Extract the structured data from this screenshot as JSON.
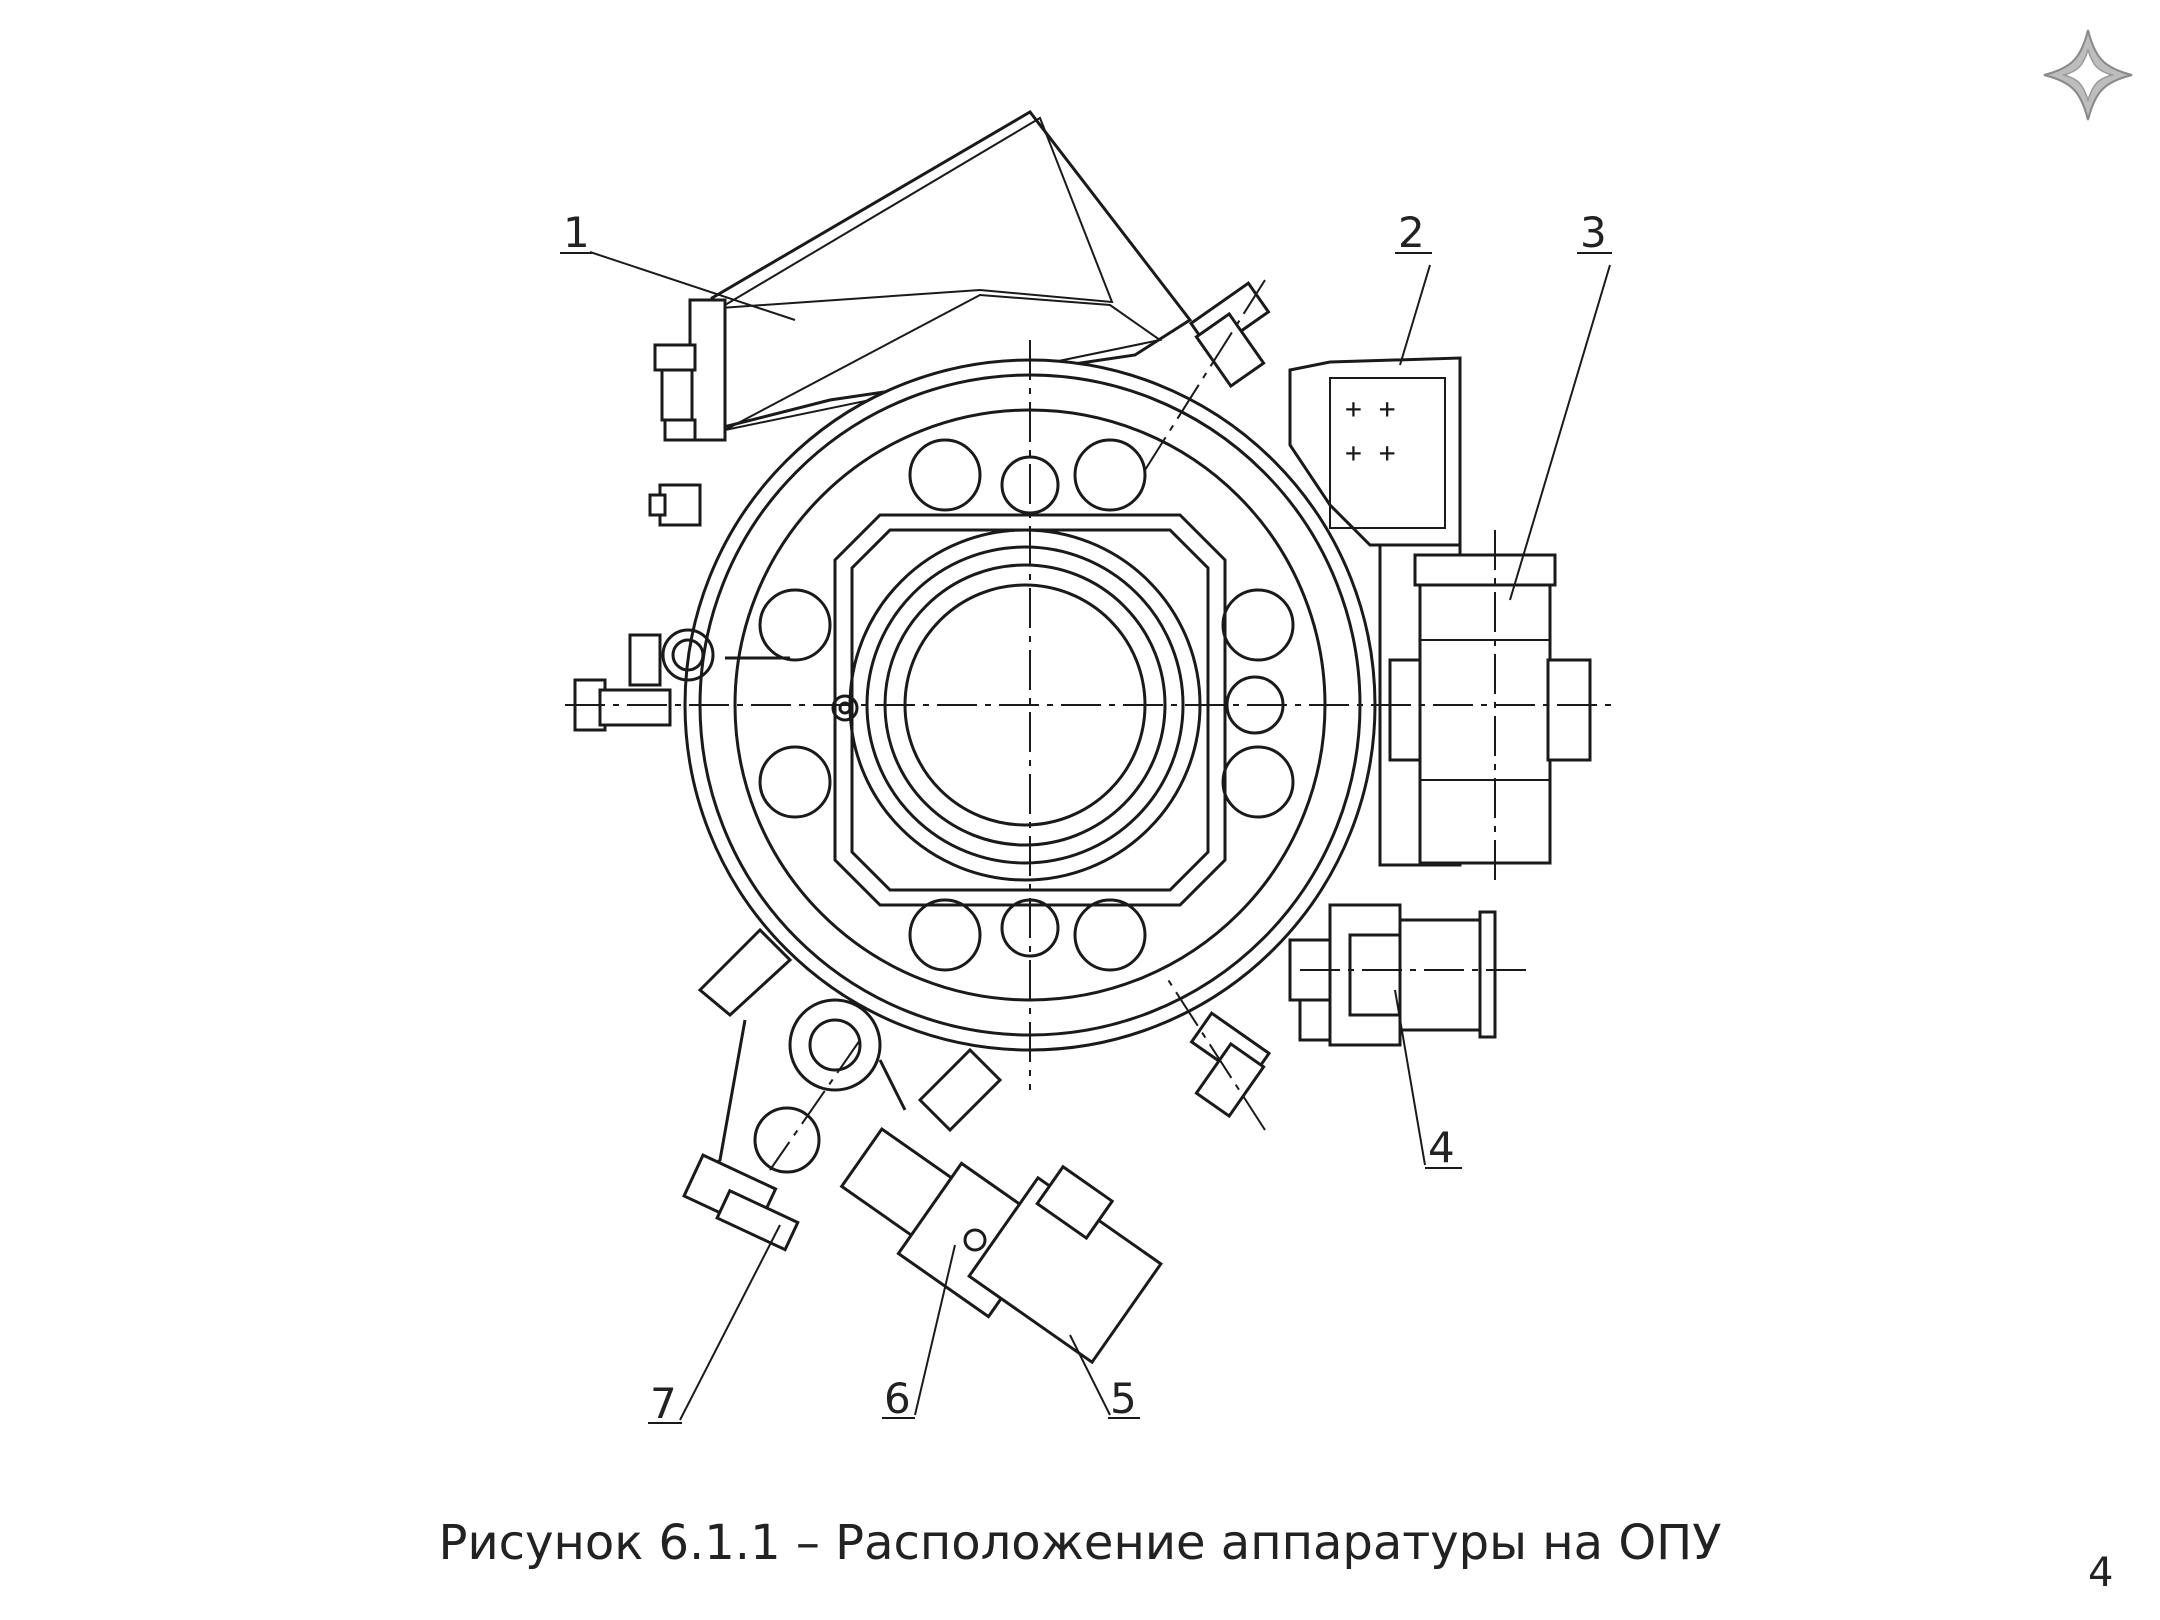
{
  "caption": "Рисунок 6.1.1 – Расположение аппаратуры на ОПУ",
  "page_number": "4",
  "callouts": {
    "c1": "1",
    "c2": "2",
    "c3": "3",
    "c4": "4",
    "c5": "5",
    "c6": "6",
    "c7": "7"
  },
  "colors": {
    "line": "#1a1a1a",
    "logo": "#9a9a9a"
  }
}
